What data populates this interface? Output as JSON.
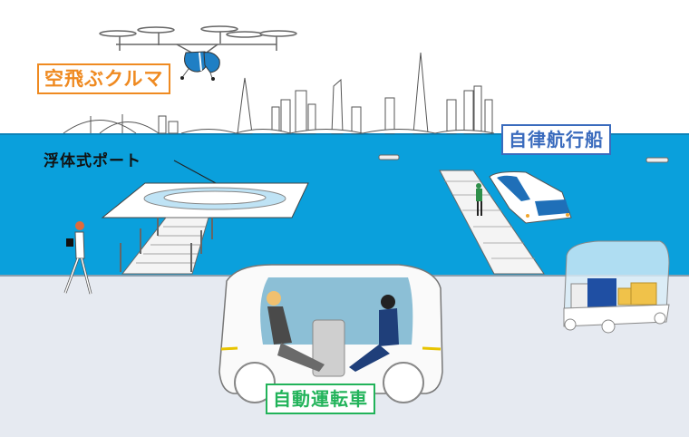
{
  "labels": {
    "flying_car": "空飛ぶクルマ",
    "floating_port": "浮体式ポート",
    "autonomous_ship": "自律航行船",
    "autonomous_car": "自動運転車"
  },
  "colors": {
    "water": "#0aa0dc",
    "ground": "#e6eaf1",
    "flying_car_label": "#ef8a21",
    "ship_label": "#3a6bbd",
    "car_label": "#22b35a",
    "drone_body": "#1f7fc4"
  }
}
